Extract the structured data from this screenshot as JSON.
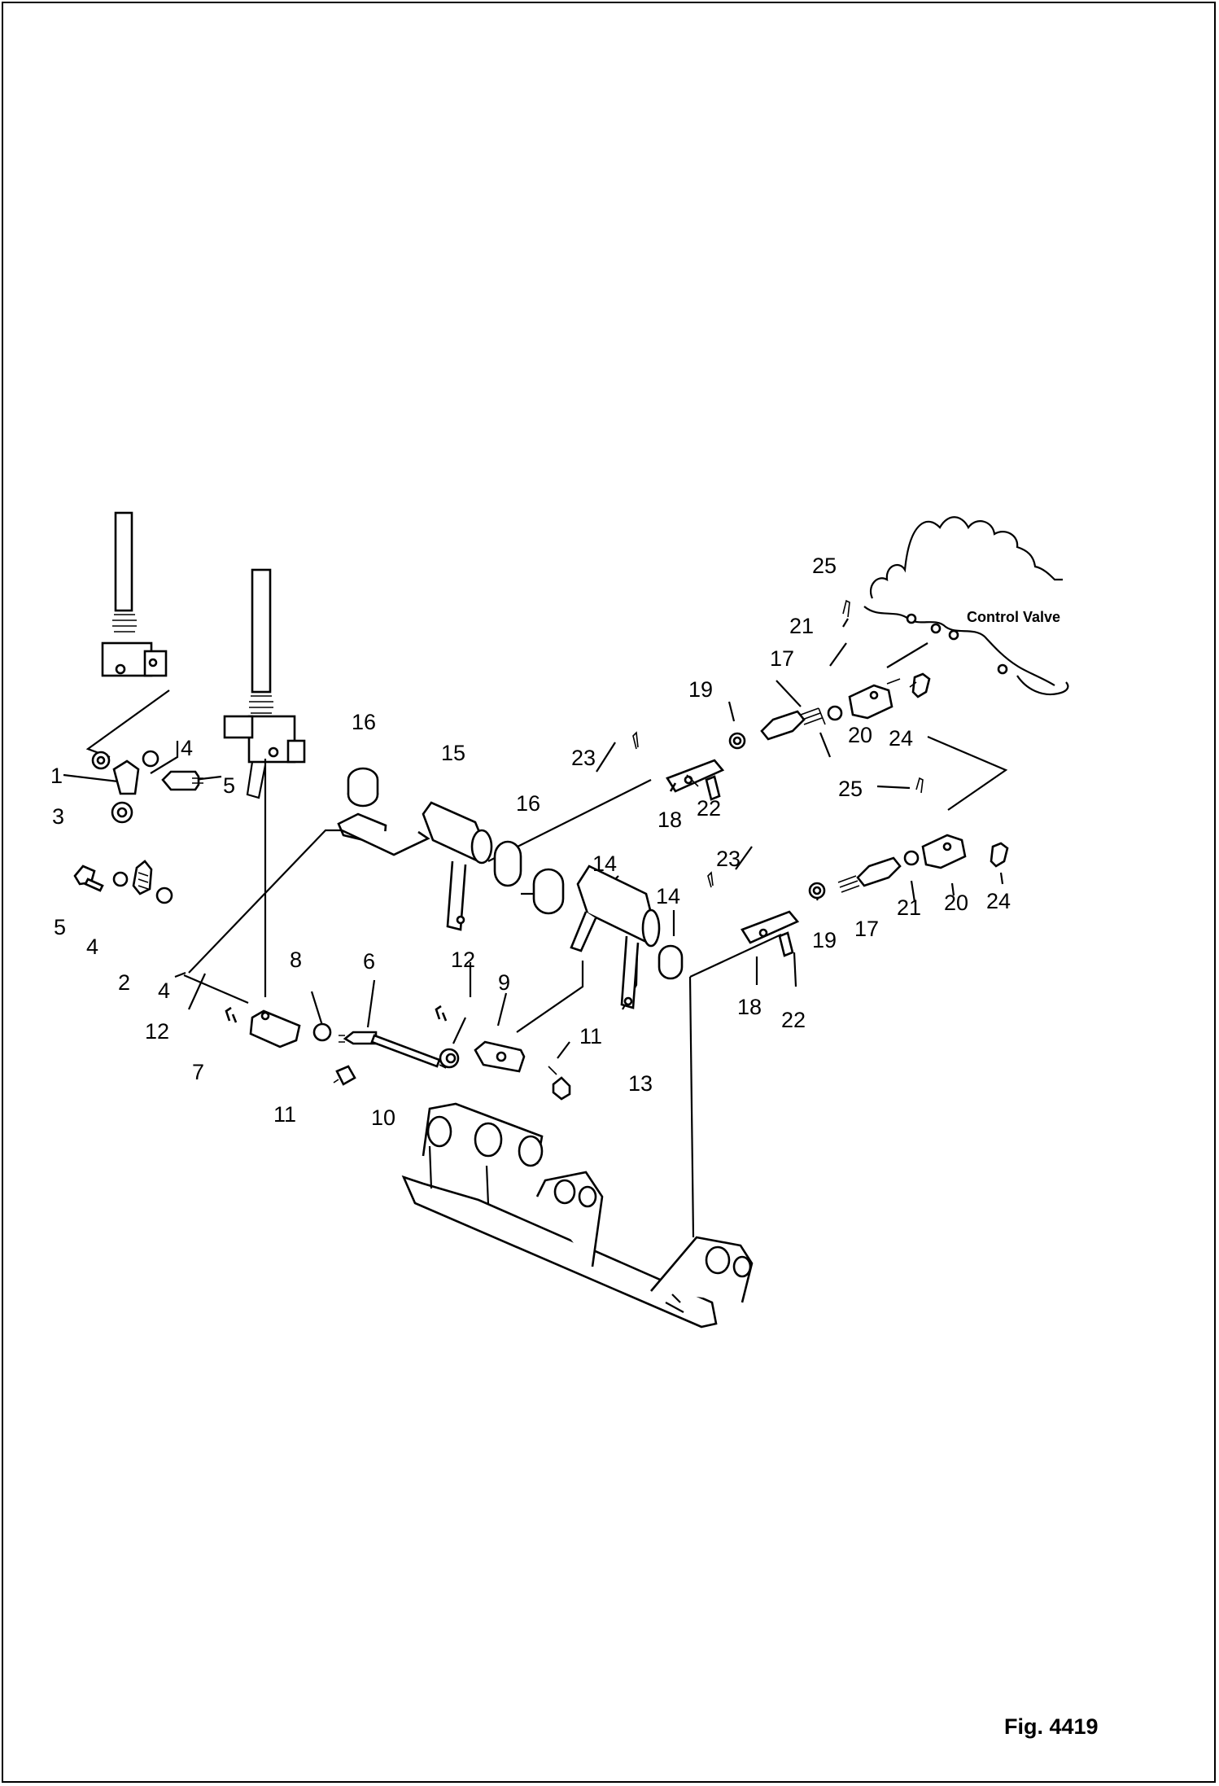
{
  "figure": {
    "caption": "Fig. 4419"
  },
  "callouts": {
    "control_valve": "Control Valve"
  },
  "part_numbers": {
    "p1": "1",
    "p2": "2",
    "p3": "3",
    "p4": "4",
    "p5": "5",
    "p6": "6",
    "p7": "7",
    "p8": "8",
    "p9": "9",
    "p10": "10",
    "p11": "11",
    "p12": "12",
    "p13": "13",
    "p14": "14",
    "p15": "15",
    "p16": "16",
    "p17": "17",
    "p18": "18",
    "p19": "19",
    "p20": "20",
    "p21": "21",
    "p22": "22",
    "p23": "23",
    "p24": "24",
    "p25": "25"
  }
}
